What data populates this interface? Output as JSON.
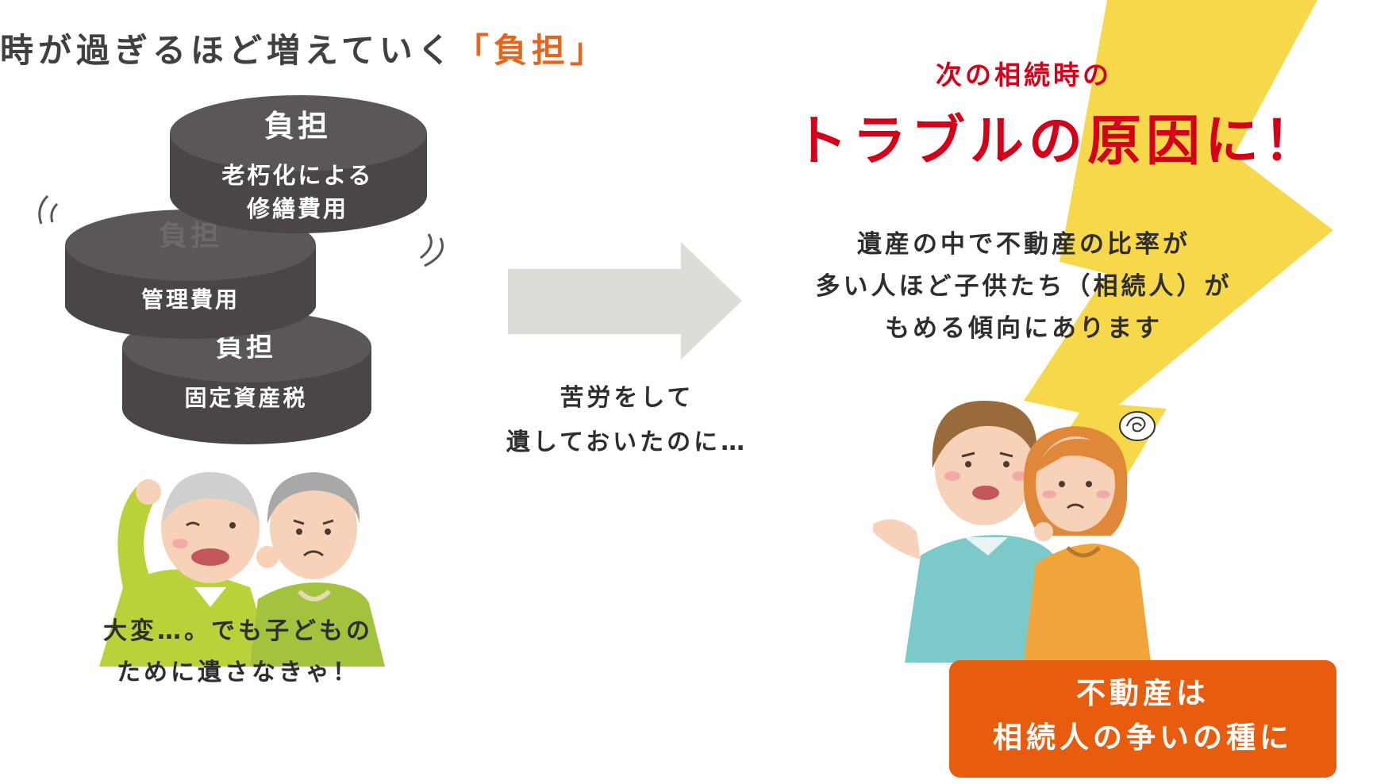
{
  "headline": {
    "main": "時が過ぎるほど増えていく",
    "accent": "「負担」"
  },
  "disks": [
    {
      "title": "負担",
      "label_lines": [
        "老朽化による",
        "修繕費用"
      ]
    },
    {
      "title": "負担",
      "label_lines": [
        "管理費用"
      ]
    },
    {
      "title": "負担",
      "label_lines": [
        "固定資産税"
      ]
    }
  ],
  "elderly_caption": {
    "line1": "大変…。でも子どもの",
    "line2": "ために遺さなきゃ！"
  },
  "arrow_caption": {
    "line1": "苦労をして",
    "line2": "遺しておいたのに…"
  },
  "right": {
    "sub": "次の相続時の",
    "main": "トラブルの原因に！",
    "body": {
      "line1": "遺産の中で不動産の比率が",
      "line2": "多い人ほど子供たち（相続人）が",
      "line3": "もめる傾向にあります"
    }
  },
  "cta": {
    "line1": "不動産は",
    "line2": "相続人の争いの種に"
  },
  "colors": {
    "disk": "#5b5757",
    "accent_orange": "#e8641a",
    "alert_red": "#d4001a",
    "bolt_yellow": "#f8d84b",
    "arrow_gray": "#dcddd7",
    "cta_orange": "#e85c0d"
  }
}
